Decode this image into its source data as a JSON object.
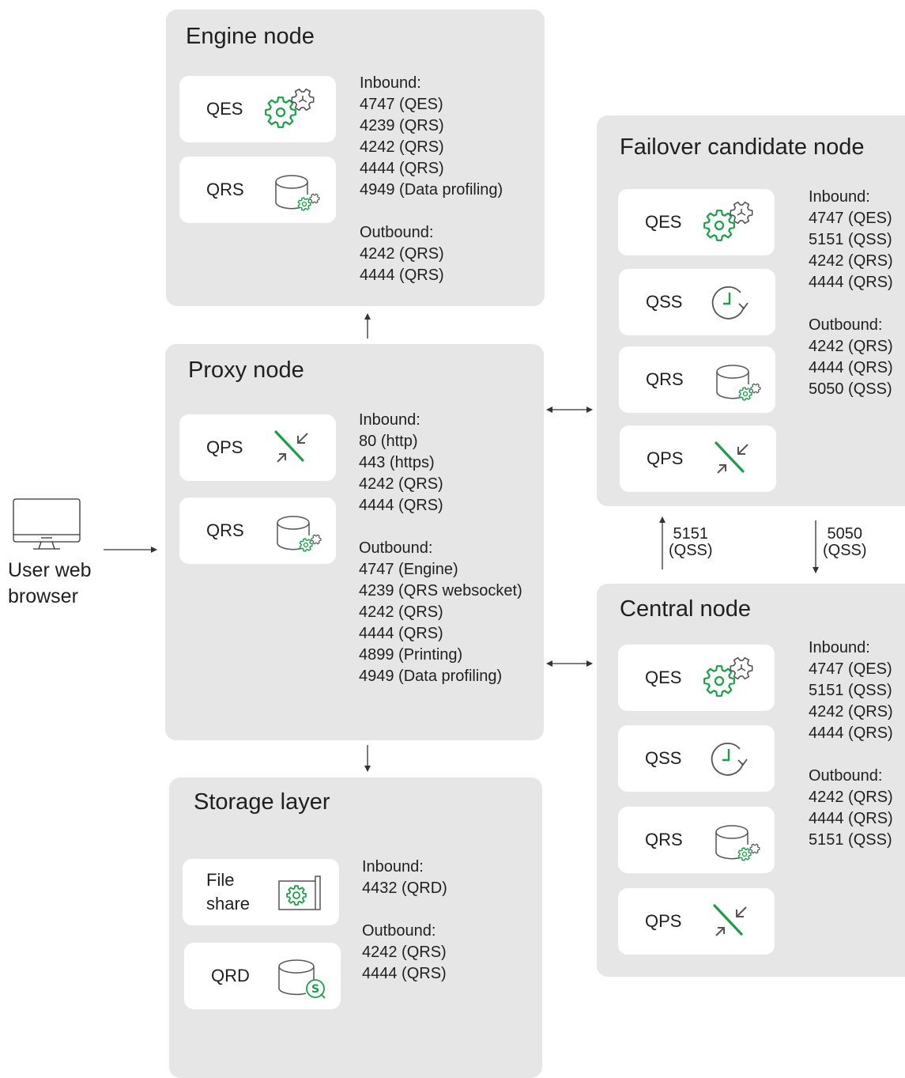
{
  "user": {
    "label_line1": "User web",
    "label_line2": "browser",
    "icon": "monitor-icon"
  },
  "engine": {
    "title": "Engine node",
    "services": [
      {
        "label": "QES",
        "icon": "engine-gear-icon"
      },
      {
        "label": "QRS",
        "icon": "repository-db-icon"
      }
    ],
    "ports": [
      "Inbound:",
      "4747 (QES)",
      "4239 (QRS)",
      "4242 (QRS)",
      "4444 (QRS)",
      "4949 (Data profiling)",
      "",
      "Outbound:",
      "4242 (QRS)",
      "4444 (QRS)"
    ]
  },
  "proxy": {
    "title": "Proxy node",
    "services": [
      {
        "label": "QPS",
        "icon": "proxy-arrows-icon"
      },
      {
        "label": "QRS",
        "icon": "repository-db-icon"
      }
    ],
    "ports": [
      "Inbound:",
      "80 (http)",
      "443 (https)",
      "4242 (QRS)",
      "4444 (QRS)",
      "",
      "Outbound:",
      "4747 (Engine)",
      "4239 (QRS websocket)",
      "4242 (QRS)",
      "4444 (QRS)",
      "4899 (Printing)",
      "4949 (Data profiling)"
    ]
  },
  "storage": {
    "title": "Storage layer",
    "services": [
      {
        "label": "File\nshare",
        "icon": "file-share-icon"
      },
      {
        "label": "QRD",
        "icon": "database-s-icon"
      }
    ],
    "ports": [
      "Inbound:",
      "4432 (QRD)",
      "",
      "Outbound:",
      "4242 (QRS)",
      "4444 (QRS)"
    ]
  },
  "failover": {
    "title": "Failover candidate node",
    "services": [
      {
        "label": "QES",
        "icon": "engine-gear-icon"
      },
      {
        "label": "QSS",
        "icon": "scheduler-clock-icon"
      },
      {
        "label": "QRS",
        "icon": "repository-db-icon"
      },
      {
        "label": "QPS",
        "icon": "proxy-arrows-icon"
      }
    ],
    "ports": [
      "Inbound:",
      "4747 (QES)",
      "5151 (QSS)",
      "4242 (QRS)",
      "4444 (QRS)",
      "",
      "Outbound:",
      "4242 (QRS)",
      "4444 (QRS)",
      "5050 (QSS)"
    ]
  },
  "central": {
    "title": "Central node",
    "services": [
      {
        "label": "QES",
        "icon": "engine-gear-icon"
      },
      {
        "label": "QSS",
        "icon": "scheduler-clock-icon"
      },
      {
        "label": "QRS",
        "icon": "repository-db-icon"
      },
      {
        "label": "QPS",
        "icon": "proxy-arrows-icon"
      }
    ],
    "ports": [
      "Inbound:",
      "4747 (QES)",
      "5151 (QSS)",
      "4242 (QRS)",
      "4444 (QRS)",
      "",
      "Outbound:",
      "4242 (QRS)",
      "4444 (QRS)",
      "5151 (QSS)"
    ]
  },
  "edges": {
    "up_label_1": "5151",
    "up_label_2": "(QSS)",
    "down_label_1": "5050",
    "down_label_2": "(QSS)"
  },
  "colors": {
    "accent": "#1a9e48",
    "icon_gray": "#555555",
    "panel": "#e6e6e6"
  }
}
